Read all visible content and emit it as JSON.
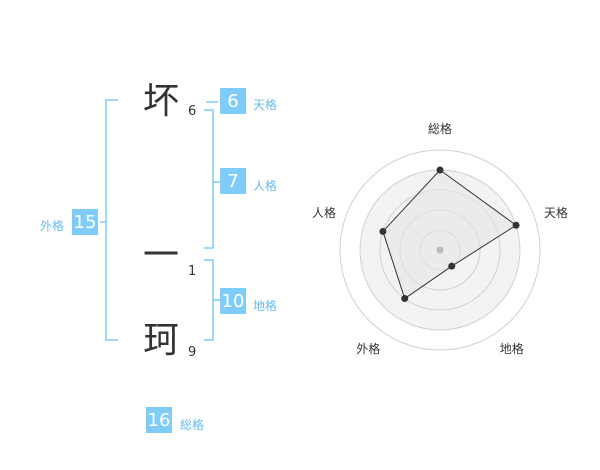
{
  "name": {
    "chars": [
      {
        "char": "坏",
        "strokes": "6"
      },
      {
        "char": "一",
        "strokes": "1"
      },
      {
        "char": "珂",
        "strokes": "9"
      }
    ]
  },
  "fortune": {
    "tenkaku": {
      "value": "6",
      "label": "天格"
    },
    "jinkaku": {
      "value": "7",
      "label": "人格"
    },
    "chikaku": {
      "value": "10",
      "label": "地格"
    },
    "gaikaku": {
      "value": "15",
      "label": "外格"
    },
    "soukaku": {
      "value": "16",
      "label": "総格"
    }
  },
  "chart_data": {
    "type": "radar",
    "axes": [
      "総格",
      "天格",
      "地格",
      "外格",
      "人格"
    ],
    "values": [
      4,
      4,
      1,
      3,
      3
    ],
    "range": [
      0,
      5
    ],
    "rings": 5,
    "colors": {
      "ring": "#d0d0d0",
      "fill": "#e6e6e6",
      "line": "#333333",
      "point": "#333333",
      "center": "#bbbbbb"
    }
  },
  "colors": {
    "accent": "#80ccf8",
    "label": "#66bbee",
    "bracket": "#80ccf8"
  }
}
